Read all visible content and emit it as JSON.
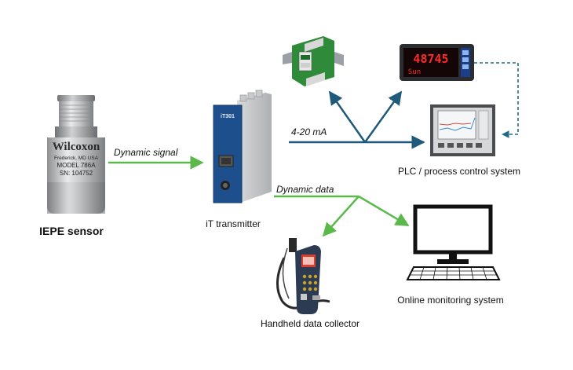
{
  "sensor": {
    "label": "IEPE sensor",
    "brand": "Wilcoxon",
    "location": "Frederick, MD USA",
    "model": "MODEL 786A",
    "serial": "SN: 104752"
  },
  "transmitter": {
    "label": "iT transmitter",
    "model_text": "iT301"
  },
  "signals": {
    "dynamic_signal": "Dynamic signal",
    "current_loop": "4-20 mA",
    "dynamic_data": "Dynamic data"
  },
  "outputs": {
    "plc_label": "PLC / process control system",
    "online_label": "Online monitoring system",
    "handheld_label": "Handheld data collector",
    "display_readout": "48745",
    "display_sub": "Sun"
  },
  "colors": {
    "green_arrow": "#5bb94c",
    "blue_arrow": "#1f5a7a",
    "dashed_arrow": "#1f6a8c"
  }
}
